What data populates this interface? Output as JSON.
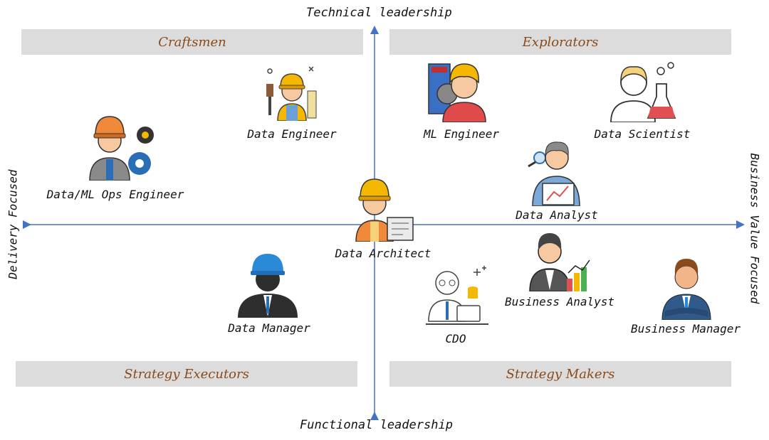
{
  "axes": {
    "top": "Technical leadership",
    "bottom": "Functional leadership",
    "left": "Delivery Focused",
    "right": "Business Value Focused"
  },
  "quadrants": {
    "top_left": "Craftsmen",
    "top_right": "Explorators",
    "bottom_left": "Strategy Executors",
    "bottom_right": "Strategy Makers"
  },
  "roles": {
    "data_engineer": "Data Engineer",
    "ml_engineer": "ML Engineer",
    "data_scientist": "Data Scientist",
    "data_ml_ops_engineer": "Data/ML Ops Engineer",
    "data_analyst": "Data Analyst",
    "data_architect": "Data Architect",
    "data_manager": "Data Manager",
    "business_analyst": "Business Analyst",
    "cdo": "CDO",
    "business_manager": "Business Manager"
  },
  "colors": {
    "axis": "#4472c4",
    "band": "#dcdcdc",
    "band_text": "#8a4a1a",
    "helmet": "#f5b800",
    "skin": "#f7c9a0",
    "dark": "#3b3b3b",
    "blue": "#2a6fb5"
  }
}
